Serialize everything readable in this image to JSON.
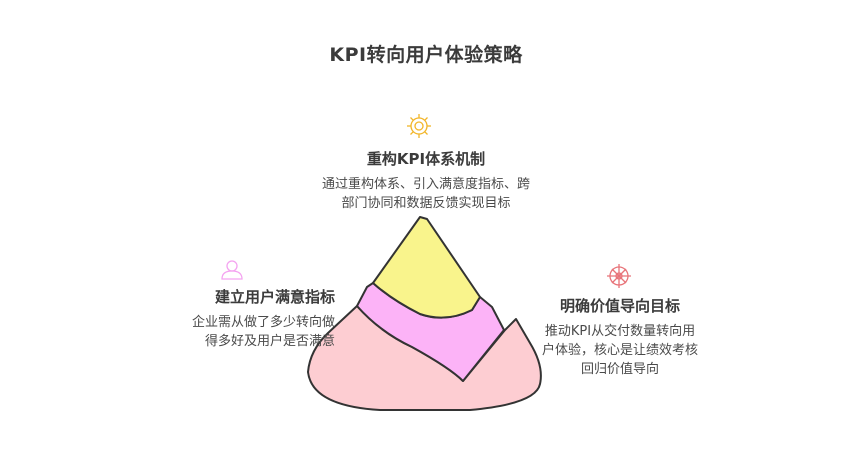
{
  "title": "KPI转向用户体验策略",
  "levels": [
    {
      "id": "top",
      "heading": "重构KPI体系机制",
      "desc_lines": [
        "通过重构体系、引入满意度指标、跨",
        "部门协同和数据反馈实现目标"
      ],
      "icon": "gear-icon",
      "color": "#f9f48c",
      "icon_color": "#f2b62a"
    },
    {
      "id": "middle",
      "heading": "建立用户满意指标",
      "desc_lines": [
        "企业需从做了多少转向做",
        "得多好及用户是否满意"
      ],
      "icon": "user-icon",
      "color": "#fcb3f7",
      "icon_color": "#f4a3f0"
    },
    {
      "id": "bottom",
      "heading": "明确价值导向目标",
      "desc_lines": [
        "推动KPI从交付数量转向用",
        "户体验，核心是让绩效考核",
        "回归价值导向"
      ],
      "icon": "compass-icon",
      "color": "#fdcdd2",
      "icon_color": "#e8747a"
    }
  ]
}
